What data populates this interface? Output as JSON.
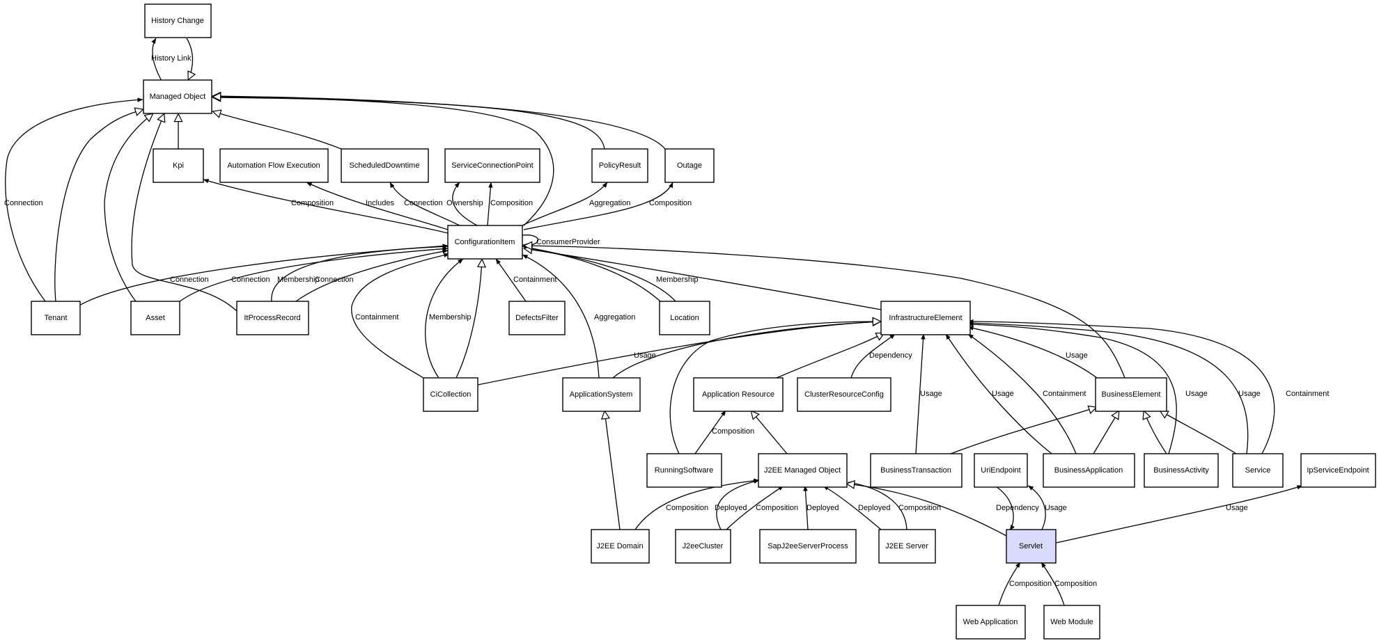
{
  "colors": {
    "highlight_fill": "#d9dafc",
    "stroke": "#000000",
    "background": "#ffffff"
  },
  "nodes": {
    "history_change": "History Change",
    "managed_object": "Managed Object",
    "kpi": "Kpi",
    "automation_flow_execution": "Automation Flow Execution",
    "scheduled_downtime": "ScheduledDowntime",
    "service_connection_point": "ServiceConnectionPoint",
    "policy_result": "PolicyResult",
    "outage": "Outage",
    "configuration_item": "ConfigurationItem",
    "tenant": "Tenant",
    "asset": "Asset",
    "it_process_record": "ItProcessRecord",
    "defects_filter": "DefectsFilter",
    "location": "Location",
    "infrastructure_element": "InfrastructureElement",
    "ci_collection": "CiCollection",
    "application_system": "ApplicationSystem",
    "application_resource": "Application Resource",
    "cluster_resource_config": "ClusterResourceConfig",
    "business_element": "BusinessElement",
    "running_software": "RunningSoftware",
    "j2ee_managed_object": "J2EE Managed Object",
    "business_transaction": "BusinessTransaction",
    "uri_endpoint": "UriEndpoint",
    "business_application": "BusinessApplication",
    "business_activity": "BusinessActivity",
    "service": "Service",
    "ip_service_endpoint": "IpServiceEndpoint",
    "j2ee_domain": "J2EE Domain",
    "j2ee_cluster": "J2eeCluster",
    "sap_j2ee_server_process": "SapJ2eeServerProcess",
    "j2ee_server": "J2EE Server",
    "servlet": "Servlet",
    "web_application": "Web Application",
    "web_module": "Web Module"
  },
  "edge_labels": {
    "history_link": "History Link",
    "tenant_mo_connection": "Connection",
    "ci_kpi_composition": "Composition",
    "ci_afe_includes": "Includes",
    "ci_sd_connection": "Connection",
    "ci_scp_ownership": "Ownership",
    "ci_scp_composition": "Composition",
    "ci_pr_aggregation": "Aggregation",
    "ci_outage_composition": "Composition",
    "ci_self_consumer_provider": "ConsumerProvider",
    "tenant_ci_connection": "Connection",
    "asset_ci_connection": "Connection",
    "itpr_ci_membership": "Membership",
    "itpr_ci_connection": "Connection",
    "location_ci_membership": "Membership",
    "cic_ci_containment": "Containment",
    "cic_ci_membership": "Membership",
    "df_ci_containment": "Containment",
    "as_ci_aggregation": "Aggregation",
    "cic_ie_usage": "Usage",
    "crc_ie_dependency": "Dependency",
    "be_ie_usage": "Usage",
    "bt_ie_usage": "Usage",
    "ba_ie_usage": "Usage",
    "ba_ie_containment": "Containment",
    "bact_ie_usage": "Usage",
    "svc_ie_usage": "Usage",
    "svc_ie_containment": "Containment",
    "rs_ar_composition": "Composition",
    "domain_jmo_composition": "Composition",
    "cluster_jmo_deployed": "Deployed",
    "cluster_jmo_composition": "Composition",
    "sap_jmo_deployed": "Deployed",
    "server_jmo_deployed": "Deployed",
    "server_jmo_composition": "Composition",
    "servlet_uri_dependency": "Dependency",
    "servlet_uri_usage": "Usage",
    "servlet_ip_usage": "Usage",
    "webapp_servlet_composition": "Composition",
    "webmodule_servlet_composition": "Composition"
  }
}
